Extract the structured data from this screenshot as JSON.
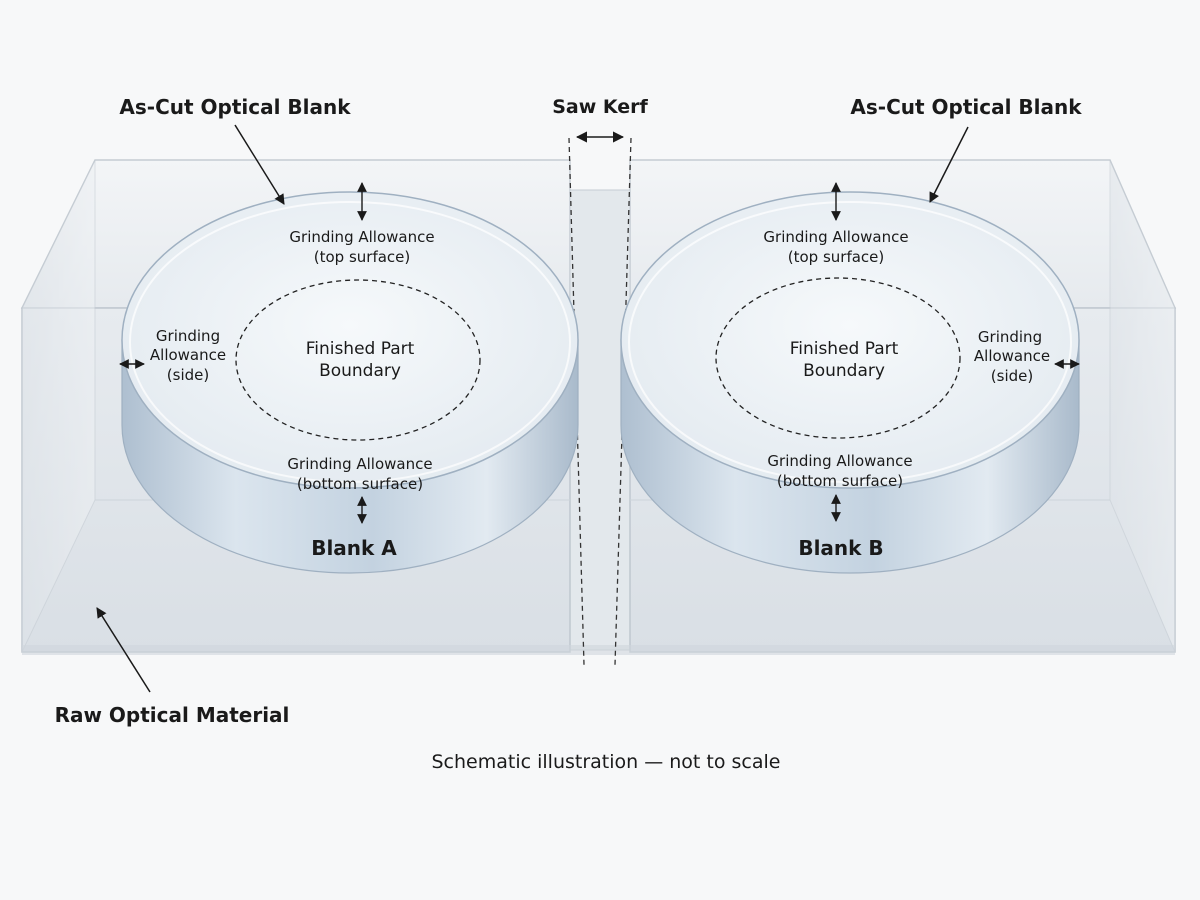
{
  "labels": {
    "as_cut_left": "As-Cut Optical Blank",
    "as_cut_right": "As-Cut Optical Blank",
    "saw_kerf": "Saw Kerf",
    "raw_material": "Raw Optical Material",
    "caption": "Schematic illustration — not to scale"
  },
  "blank_a": {
    "name": "Blank A",
    "top_allowance_1": "Grinding Allowance",
    "top_allowance_2": "(top surface)",
    "bottom_allowance_1": "Grinding Allowance",
    "bottom_allowance_2": "(bottom surface)",
    "side_1": "Grinding",
    "side_2": "Allowance",
    "side_3": "(side)",
    "finished_1": "Finished Part",
    "finished_2": "Boundary"
  },
  "blank_b": {
    "name": "Blank B",
    "top_allowance_1": "Grinding Allowance",
    "top_allowance_2": "(top surface)",
    "bottom_allowance_1": "Grinding Allowance",
    "bottom_allowance_2": "(bottom surface)",
    "side_1": "Grinding",
    "side_2": "Allowance",
    "side_3": "(side)",
    "finished_1": "Finished Part",
    "finished_2": "Boundary"
  },
  "colors": {
    "glass_light": "#eef2f5",
    "glass_mid": "#dde3e8",
    "glass_edge": "#b9c3cc",
    "disc_band": "#c9d6e2",
    "disc_face": "#f1f5f8",
    "ink": "#1a1a1a"
  }
}
